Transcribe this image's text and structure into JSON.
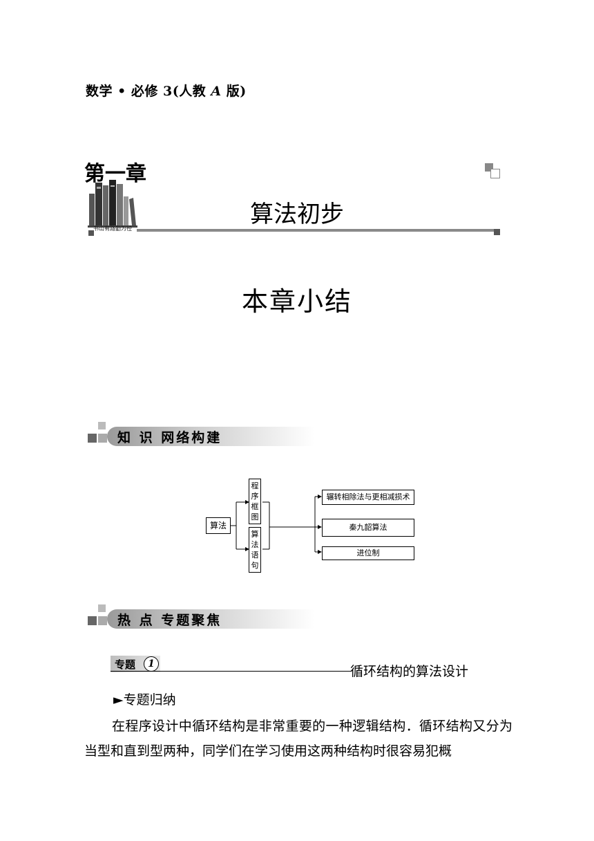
{
  "header": {
    "line_prefix": "数学 • 必修 3(人教 ",
    "line_italic": "A",
    "line_suffix": " 版)"
  },
  "chapter": {
    "number_label": "第一章",
    "title": "算法初步",
    "book_caption": "书山有路勤为径",
    "summary": "本章小结"
  },
  "sections": {
    "knowledge": "知 识 网络构建",
    "hotspot": "热 点 专题聚焦"
  },
  "diagram": {
    "root": "算法",
    "branch_top": [
      "程",
      "序",
      "框",
      "图"
    ],
    "branch_bottom": [
      "算",
      "法",
      "语",
      "句"
    ],
    "outputs": [
      "辗转相除法与更相减损术",
      "秦九韶算法",
      "进位制"
    ]
  },
  "topic": {
    "badge": "专题",
    "number": "1",
    "title": "循环结构的算法设计",
    "subhead": "►专题归纳",
    "paragraph": "在程序设计中循环结构是非常重要的一种逻辑结构．循环结构又分为当型和直到型两种，同学们在学习使用这两种结构时很容易犯概"
  }
}
